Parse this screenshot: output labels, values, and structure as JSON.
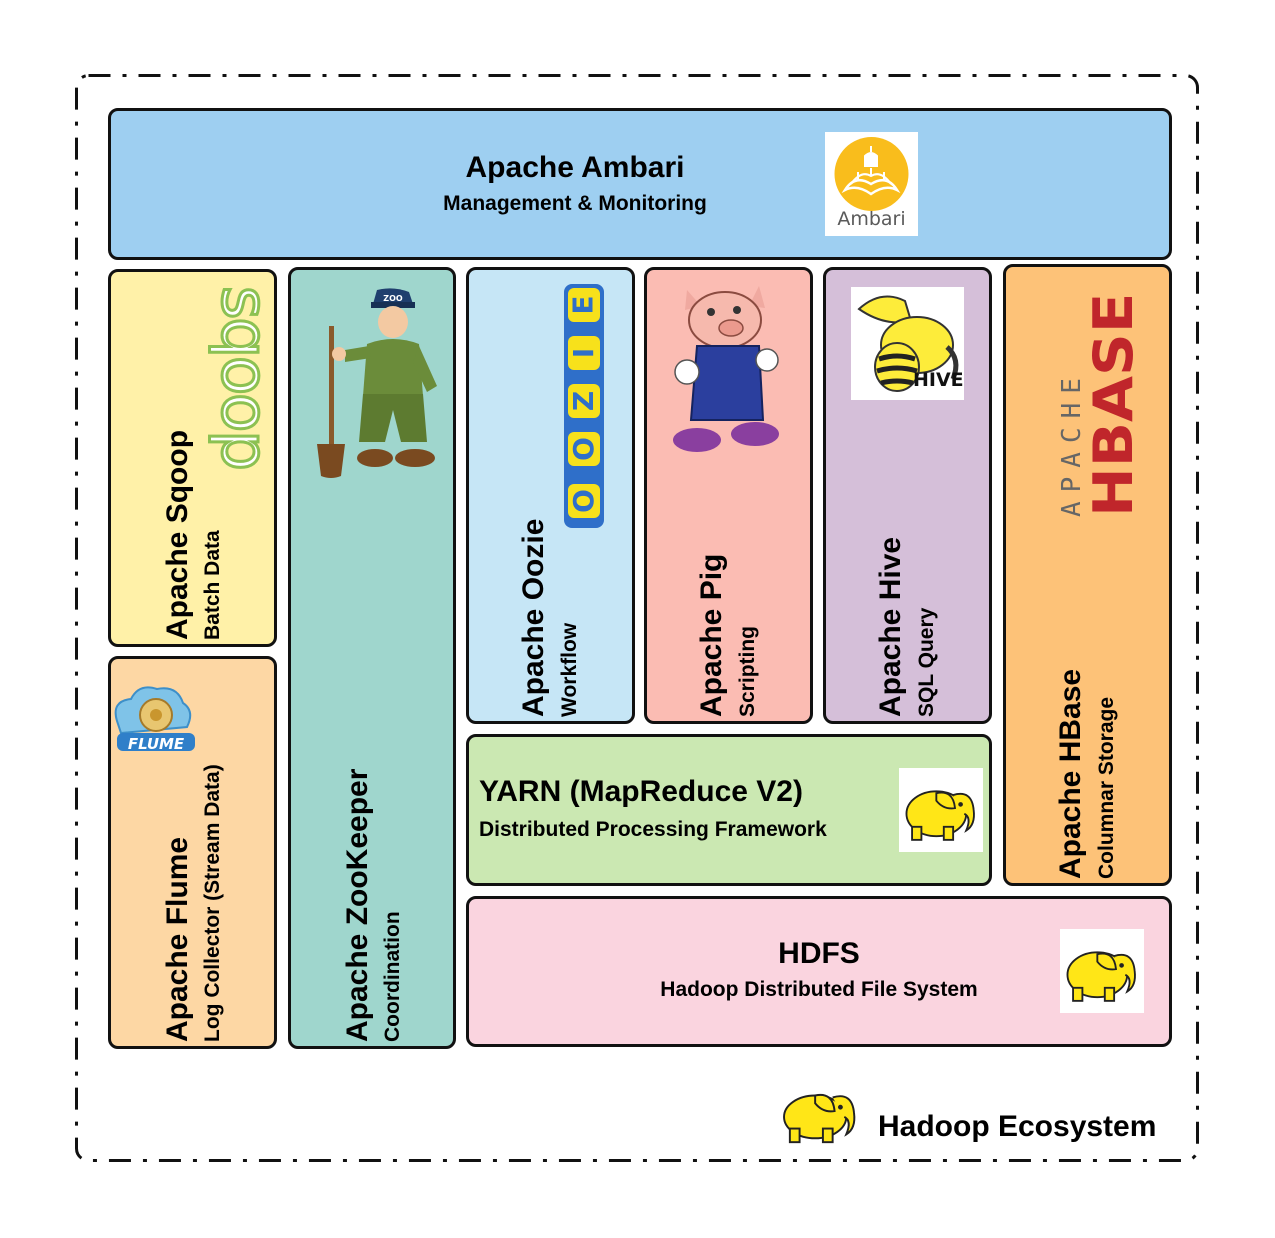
{
  "ecosystem": {
    "label": "Hadoop Ecosystem"
  },
  "ambari": {
    "title": "Apache Ambari",
    "subtitle": "Management & Monitoring",
    "logo_text": "Ambari"
  },
  "sqoop": {
    "title": "Apache Sqoop",
    "subtitle": "Batch Data",
    "logo_text": "sqoop"
  },
  "flume": {
    "title": "Apache Flume",
    "subtitle": "Log Collector (Stream Data)",
    "logo_text": "FLUME"
  },
  "zookeeper": {
    "title": "Apache ZooKeeper",
    "subtitle": "Coordination",
    "logo_text": "ZOO"
  },
  "oozie": {
    "title": "Apache Oozie",
    "subtitle": "Workflow",
    "logo_letters": [
      "O",
      "O",
      "Z",
      "I",
      "E"
    ]
  },
  "pig": {
    "title": "Apache Pig",
    "subtitle": "Scripting"
  },
  "hive": {
    "title": "Apache Hive",
    "subtitle": "SQL Query",
    "logo_text": "HIVE"
  },
  "hbase": {
    "title": "Apache HBase",
    "subtitle": "Columnar Storage",
    "logo_apache": "APACHE",
    "logo_word": "HBASE"
  },
  "yarn": {
    "title": "YARN (MapReduce V2)",
    "subtitle": "Distributed Processing Framework"
  },
  "hdfs": {
    "title": "HDFS",
    "subtitle": "Hadoop Distributed File System"
  },
  "colors": {
    "ambari": "#9ecff1",
    "sqoop": "#fff1a8",
    "flume": "#fdd7a4",
    "zookeeper": "#9fd6cd",
    "oozie": "#c6e6f6",
    "pig": "#fbbcb3",
    "hive": "#d5bfd9",
    "hbase": "#fdc278",
    "yarn": "#cbe8b2",
    "hdfs": "#fad4df",
    "border": "#111111",
    "elephant": "#ffe617"
  }
}
